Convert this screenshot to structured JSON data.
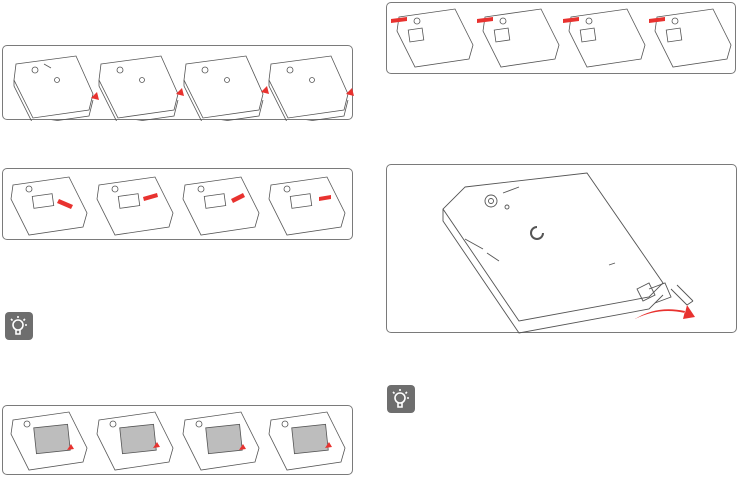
{
  "icons": {
    "tip_icon": "lightbulb-tip-icon",
    "remove_cover": "remove-back-cover-illustration",
    "sim_insert": "insert-sim-illustration",
    "battery_insert": "insert-battery-illustration",
    "sim_remove": "remove-sim-illustration",
    "charger": "charger-connection-illustration",
    "arrow": "red-arrow-icon"
  },
  "colors": {
    "panel_border": "#7a7a7a",
    "line_art": "#555555",
    "arrow_red": "#e8322f",
    "tip_icon_bg": "#6e6e6e"
  }
}
